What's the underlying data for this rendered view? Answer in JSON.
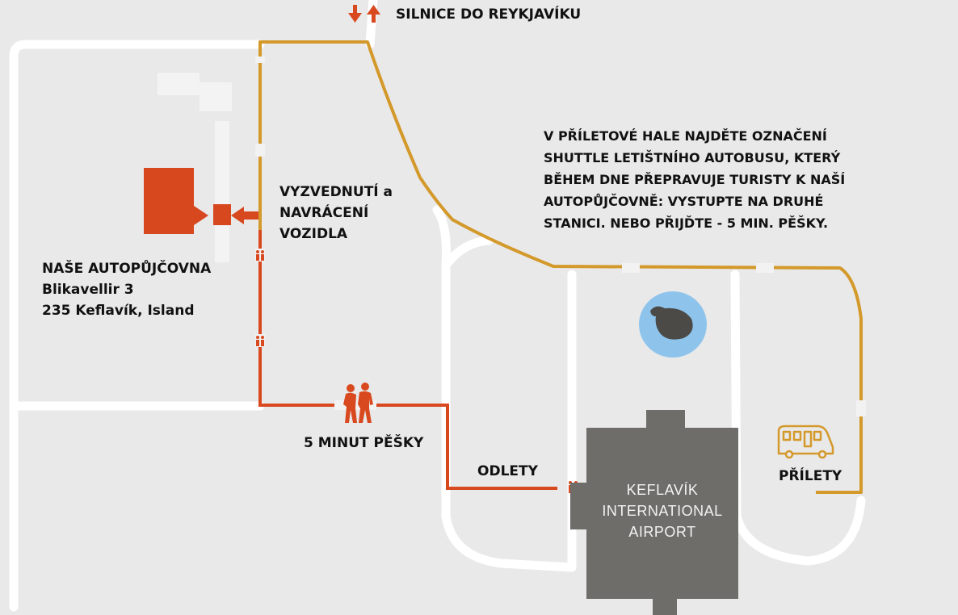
{
  "road_label": "SILNICE DO REYKJAVÍKU",
  "pickup_label": [
    "VYZVEDNUTÍ a",
    "NAVRÁCENÍ",
    "VOZIDLA"
  ],
  "office": {
    "name": "NAŠE AUTOPŮJČOVNA",
    "street": "Blikavellir 3",
    "city": "235 Keflavík, Island"
  },
  "instructions": [
    "V PŘÍLETOVÉ HALE NAJDĚTE OZNAČENÍ",
    "SHUTTLE LETIŠTNÍHO AUTOBUSU, KTERÝ",
    "BĚHEM DNE PŘEPRAVUJE TURISTY K NAŠÍ",
    "AUTOPŮJČOVNĚ: VYSTUPTE NA DRUHÉ",
    "STANICI. NEBO PŘIJĎTE - 5 MIN. PĚŠKY."
  ],
  "walk_label": "5 MINUT PĚŠKY",
  "departures_label": "ODLETY",
  "arrivals_label": "PŘÍLETY",
  "terminal": [
    "KEFLAVÍK",
    "INTERNATIONAL",
    "AIRPORT"
  ],
  "colors": {
    "walk_route": "#d9491f",
    "shuttle_route": "#d4992b",
    "terminal": "#6f6d6a",
    "pond": "#8ec4ec",
    "road": "#ffffff",
    "background": "#e9e9e9"
  },
  "icons": [
    "two-way-arrows-icon",
    "pedestrians-icon",
    "bus-icon",
    "whale-sculpture-icon"
  ]
}
